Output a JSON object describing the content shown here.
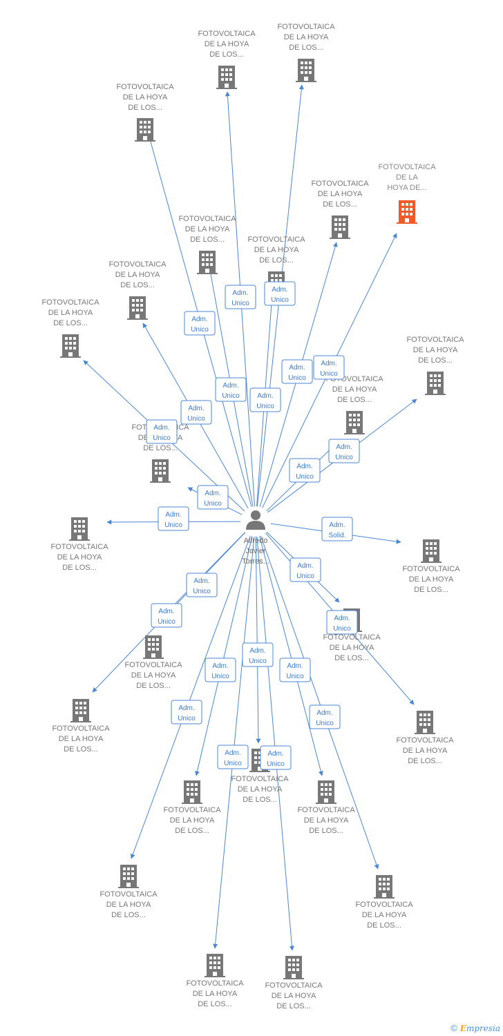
{
  "center": {
    "label": [
      "Alfredo",
      "Javier",
      "Torres..."
    ],
    "icon": "person-icon"
  },
  "colors": {
    "edge": "#4a86d4",
    "building": "#777777",
    "highlight": "#f05a28",
    "label_border": "#4a86d4"
  },
  "nodes": [
    {
      "id": "n1",
      "label": [
        "FOTOVOLTAICA",
        "DE LA HOYA",
        "DE LOS..."
      ],
      "icon": "building-icon"
    },
    {
      "id": "n2",
      "label": [
        "FOTOVOLTAICA",
        "DE LA HOYA",
        "DE LOS..."
      ],
      "icon": "building-icon"
    },
    {
      "id": "n3",
      "label": [
        "FOTOVOLTAICA",
        "DE LA HOYA",
        "DE LOS..."
      ],
      "icon": "building-icon"
    },
    {
      "id": "n4",
      "label": [
        "FOTOVOLTAICA",
        "DE LA",
        "HOYA DE..."
      ],
      "icon": "building-icon",
      "highlight": true
    },
    {
      "id": "n5",
      "label": [
        "FOTOVOLTAICA",
        "DE LA HOYA",
        "DE LOS..."
      ],
      "icon": "building-icon"
    },
    {
      "id": "n6",
      "label": [
        "FOTOVOLTAICA",
        "DE LA HOYA",
        "DE LOS..."
      ],
      "icon": "building-icon"
    },
    {
      "id": "n7",
      "label": [
        "FOTOVOLTAICA",
        "DE LA HOYA",
        "DE LOS..."
      ],
      "icon": "building-icon"
    },
    {
      "id": "n8",
      "label": [
        "FOTOVOLTAICA",
        "DE LA HOYA",
        "DE LOS..."
      ],
      "icon": "building-icon"
    },
    {
      "id": "n9",
      "label": [
        "FOTOVOLTAICA",
        "DE LA HOYA",
        "DE LOS..."
      ],
      "icon": "building-icon"
    },
    {
      "id": "n10",
      "label": [
        "FOTOVOLTAICA",
        "DE LA HOYA",
        "DE LOS..."
      ],
      "icon": "building-icon"
    },
    {
      "id": "n11",
      "label": [
        "FOTOVOLTAICA",
        "DE LA HOYA",
        "DE LOS..."
      ],
      "icon": "building-icon"
    },
    {
      "id": "n12",
      "label": [
        "FOTOVOLTAICA",
        "DE LA HOYA",
        "DE LOS..."
      ],
      "icon": "building-icon"
    },
    {
      "id": "n13",
      "label": [
        "FOTOVOLTAICA",
        "DE LA HOYA",
        "DE LOS..."
      ],
      "icon": "building-icon"
    },
    {
      "id": "n14",
      "label": [
        "FOTOVOLTAICA",
        "DE LA HOYA",
        "DE LOS..."
      ],
      "icon": "building-icon"
    },
    {
      "id": "n15",
      "label": [
        "FOTOVOLTAICA",
        "DE LA HOYA",
        "DE LOS..."
      ],
      "icon": "building-icon"
    },
    {
      "id": "n16",
      "label": [
        "FOTOVOLTAICA",
        "DE LA HOYA",
        "DE LOS..."
      ],
      "icon": "building-icon"
    },
    {
      "id": "n17",
      "label": [
        "FOTOVOLTAICA",
        "DE LA HOYA",
        "DE LOS..."
      ],
      "icon": "building-icon"
    },
    {
      "id": "n18",
      "label": [
        "FOTOVOLTAICA",
        "DE LA HOYA",
        "DE LOS..."
      ],
      "icon": "building-icon"
    },
    {
      "id": "n19",
      "label": [
        "FOTOVOLTAICA",
        "DE LA HOYA",
        "DE LOS..."
      ],
      "icon": "building-icon"
    },
    {
      "id": "n20",
      "label": [
        "FOTOVOLTAICA",
        "DE LA HOYA",
        "DE LOS..."
      ],
      "icon": "building-icon"
    },
    {
      "id": "n21",
      "label": [
        "FOTOVOLTAICA",
        "DE LA HOYA",
        "DE LOS..."
      ],
      "icon": "building-icon"
    },
    {
      "id": "n22",
      "label": [
        "FOTOVOLTAICA",
        "DE LA HOYA",
        "DE LOS..."
      ],
      "icon": "building-icon"
    },
    {
      "id": "n23",
      "label": [
        "FOTOVOLTAICA",
        "DE LA HOYA",
        "DE LOS..."
      ],
      "icon": "building-icon"
    },
    {
      "id": "n24",
      "label": [
        "FOTOVOLTAICA",
        "DE LA HOYA",
        "DE LOS..."
      ],
      "icon": "building-icon"
    },
    {
      "id": "n25",
      "label": [
        "FOTOVOLTAICA",
        "DE LA HOYA",
        "DE LOS..."
      ],
      "icon": "building-icon"
    }
  ],
  "edges": [
    {
      "to": "n1",
      "label": [
        "Adm.",
        "Unico"
      ]
    },
    {
      "to": "n2",
      "label": [
        "Adm.",
        "Unico"
      ]
    },
    {
      "to": "n3",
      "label": [
        "Adm.",
        "Unico"
      ]
    },
    {
      "to": "n4",
      "label": [
        "Adm.",
        "Unico"
      ]
    },
    {
      "to": "n5",
      "label": [
        "Adm.",
        "Unico"
      ]
    },
    {
      "to": "n6",
      "label": [
        "Adm.",
        "Unico"
      ]
    },
    {
      "to": "n7",
      "label": [
        "Adm.",
        "Unico"
      ]
    },
    {
      "to": "n8",
      "label": [
        "Adm.",
        "Unico"
      ]
    },
    {
      "to": "n9",
      "label": [
        "Adm.",
        "Unico"
      ]
    },
    {
      "to": "n10",
      "label": [
        "Adm.",
        "Unico"
      ]
    },
    {
      "to": "n11",
      "label": [
        "Adm.",
        "Unico"
      ]
    },
    {
      "to": "n12",
      "label": [
        "Adm.",
        "Unico"
      ]
    },
    {
      "to": "n13",
      "label": [
        "Adm.",
        "Unico"
      ]
    },
    {
      "to": "n14",
      "label": [
        "Adm.",
        "Solid."
      ]
    },
    {
      "to": "n15",
      "label": [
        "Adm.",
        "Unico"
      ]
    },
    {
      "to": "n16",
      "label": [
        "Adm.",
        "Unico"
      ]
    },
    {
      "to": "n17",
      "label": [
        "Adm.",
        "Unico"
      ]
    },
    {
      "to": "n18",
      "label": [
        "Adm.",
        "Unico"
      ]
    },
    {
      "to": "n19",
      "label": [
        "Adm.",
        "Unico"
      ]
    },
    {
      "to": "n20",
      "label": [
        "Adm.",
        "Unico"
      ]
    },
    {
      "to": "n21",
      "label": [
        "Adm.",
        "Unico"
      ]
    },
    {
      "to": "n22",
      "label": [
        "Adm.",
        "Unico"
      ]
    },
    {
      "to": "n23",
      "label": [
        "Adm.",
        "Unico"
      ]
    },
    {
      "to": "n24",
      "label": [
        "Adm.",
        "Unico"
      ]
    },
    {
      "to": "n25",
      "label": [
        "Adm.",
        "Unico"
      ]
    }
  ],
  "footer": {
    "copyright": "©",
    "brand_initial": "E",
    "brand_rest": "mpresia"
  }
}
